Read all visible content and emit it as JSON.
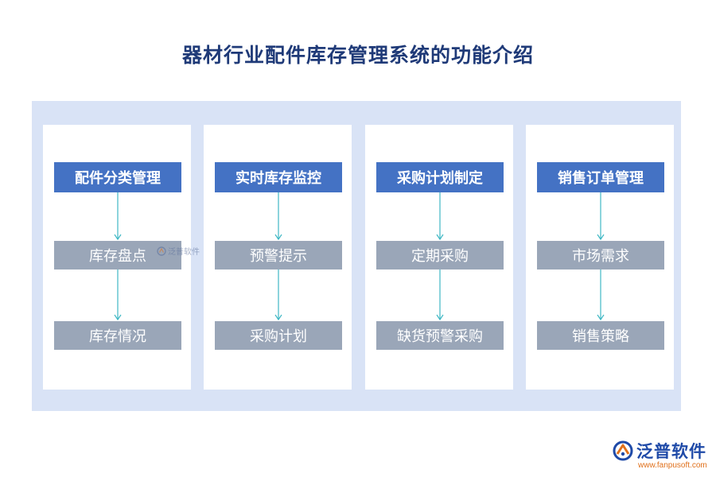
{
  "title": "器材行业配件库存管理系统的功能介绍",
  "columns": [
    {
      "head": "配件分类管理",
      "items": [
        "库存盘点",
        "库存情况"
      ]
    },
    {
      "head": "实时库存监控",
      "items": [
        "预警提示",
        "采购计划"
      ]
    },
    {
      "head": "采购计划制定",
      "items": [
        "定期采购",
        "缺货预警采购"
      ]
    },
    {
      "head": "销售订单管理",
      "items": [
        "市场需求",
        "销售策略"
      ]
    }
  ],
  "logo": {
    "name": "泛普软件",
    "url": "www.fanpusoft.com",
    "icon": "fanpu-logo-icon"
  },
  "watermark": {
    "text": "泛普软件",
    "icon": "fanpu-watermark-icon"
  },
  "colors": {
    "title": "#1f3a78",
    "panel": "#d9e3f6",
    "head_box": "#4472c4",
    "sub_box": "#9aa6b8",
    "arrow": "#3fb8c4"
  }
}
